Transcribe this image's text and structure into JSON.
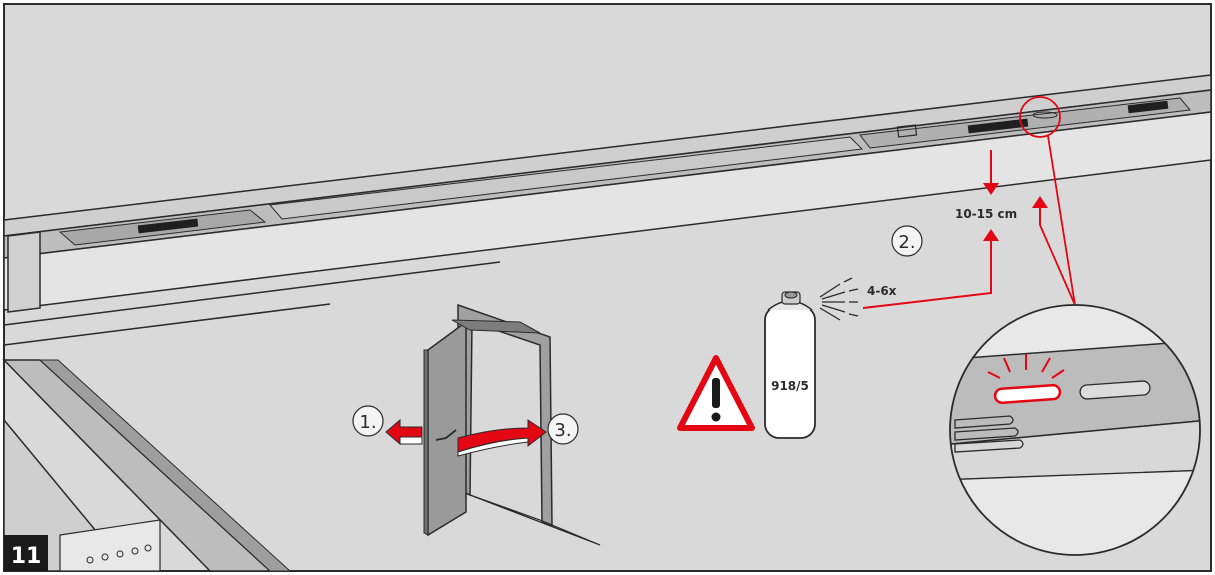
{
  "figure": {
    "number": "11",
    "distance_label": "10-15 cm",
    "spray_count_label": "4-6x",
    "can_label": "918/5",
    "steps": [
      "1.",
      "2.",
      "3."
    ],
    "icons": {
      "warning": "warning-triangle-icon",
      "led": "led-indicator-icon"
    },
    "colors": {
      "background": "#d9d9d9",
      "accent": "#e30613",
      "line": "#2b2b2b",
      "badge": "#1a1a1a"
    }
  }
}
